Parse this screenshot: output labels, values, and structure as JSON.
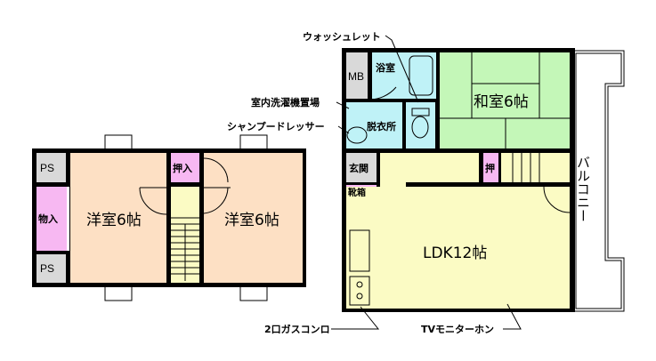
{
  "colors": {
    "western_room": "#fde0c4",
    "japanese_room": "#c4f7b8",
    "wet_area": "#bff2f7",
    "storage": "#f7b8f2",
    "utility": "#d9d9d9",
    "ldk": "#fbfbc4",
    "wall": "#000000"
  },
  "floor_left": {
    "ps_top": "PS",
    "storage": "物入",
    "ps_bottom": "PS",
    "room_left": "洋室6帖",
    "closet": "押入",
    "room_right": "洋室6帖"
  },
  "floor_right": {
    "mb": "MB",
    "bathroom": "浴室",
    "japanese_room": "和室6帖",
    "dressing_room": "脱衣所",
    "entrance": "玄関",
    "shoe_box": "靴箱",
    "closet": "押",
    "ldk": "LDK12帖",
    "balcony": "バルコニー"
  },
  "annotations": {
    "washlet": "ウォッシュレット",
    "laundry": "室内洗濯機置場",
    "shampoo_dresser": "シャンプードレッサー",
    "gas_stove": "2口ガスコンロ",
    "tv_monitor": "TVモニターホン"
  }
}
